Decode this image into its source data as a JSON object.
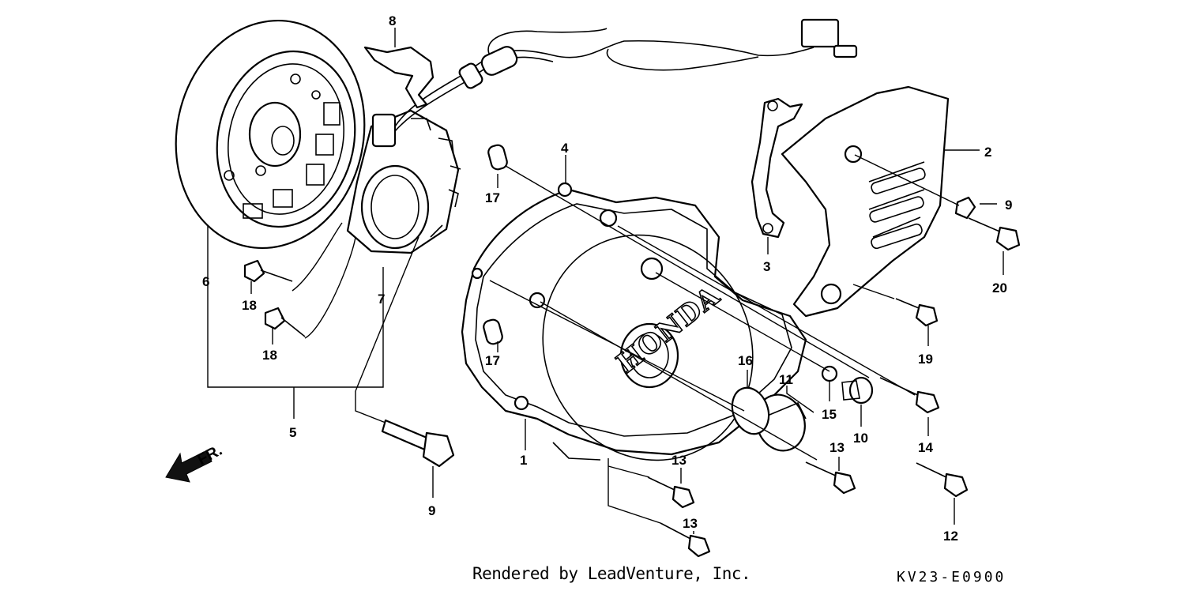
{
  "footer": {
    "rendered_by": "Rendered by LeadVenture, Inc.",
    "diagram_code": "KV23-E0900"
  },
  "front_marker": "FR.",
  "cover_logo": "HONDA",
  "callouts": {
    "c1": "1",
    "c2": "2",
    "c3": "3",
    "c4": "4",
    "c5": "5",
    "c6": "6",
    "c7": "7",
    "c8": "8",
    "c9_bolt": "9",
    "c9_clip": "9",
    "c10": "10",
    "c11": "11",
    "c12": "12",
    "c13_a": "13",
    "c13_b": "13",
    "c13_c": "13",
    "c14": "14",
    "c15": "15",
    "c16": "16",
    "c17_a": "17",
    "c17_b": "17",
    "c18_a": "18",
    "c18_b": "18",
    "c19": "19",
    "c20": "20"
  }
}
